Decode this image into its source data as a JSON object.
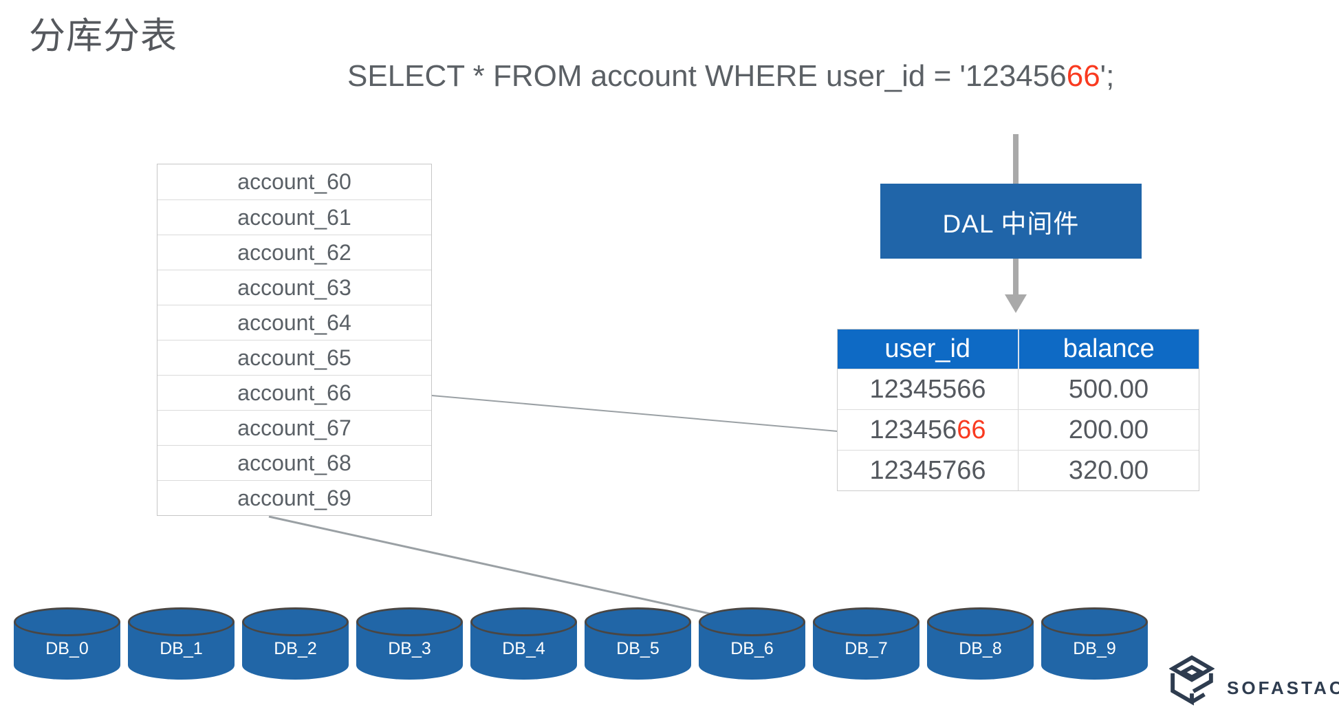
{
  "title": "分库分表",
  "sql": {
    "prefix": "SELECT * FROM account WHERE user_id = '123456",
    "highlight": "66",
    "suffix": "';"
  },
  "account_tables": {
    "rows": [
      "account_60",
      "account_61",
      "account_62",
      "account_63",
      "account_64",
      "account_65",
      "account_66",
      "account_67",
      "account_68",
      "account_69"
    ]
  },
  "middleware": {
    "label": "DAL 中间件"
  },
  "result_table": {
    "columns": [
      "user_id",
      "balance"
    ],
    "rows": [
      {
        "id_prefix": "12345566",
        "id_highlight": "",
        "balance": "500.00"
      },
      {
        "id_prefix": "123456",
        "id_highlight": "66",
        "balance": "200.00"
      },
      {
        "id_prefix": "12345766",
        "id_highlight": "",
        "balance": "320.00"
      }
    ]
  },
  "databases": [
    "DB_0",
    "DB_1",
    "DB_2",
    "DB_3",
    "DB_4",
    "DB_5",
    "DB_6",
    "DB_7",
    "DB_8",
    "DB_9"
  ],
  "logo": {
    "text": "SOFASTACK"
  },
  "colors": {
    "dal_box_blue": "#2065a9",
    "table_header_blue": "#0e6ac5",
    "db_cylinder_blue": "#2166a7",
    "highlight_red": "#f93a20",
    "arrow_gray": "#a9a9a9",
    "connector_gray": "#9aa0a4",
    "text_gray": "#5a6066",
    "logo_navy": "#2e3c4f"
  }
}
